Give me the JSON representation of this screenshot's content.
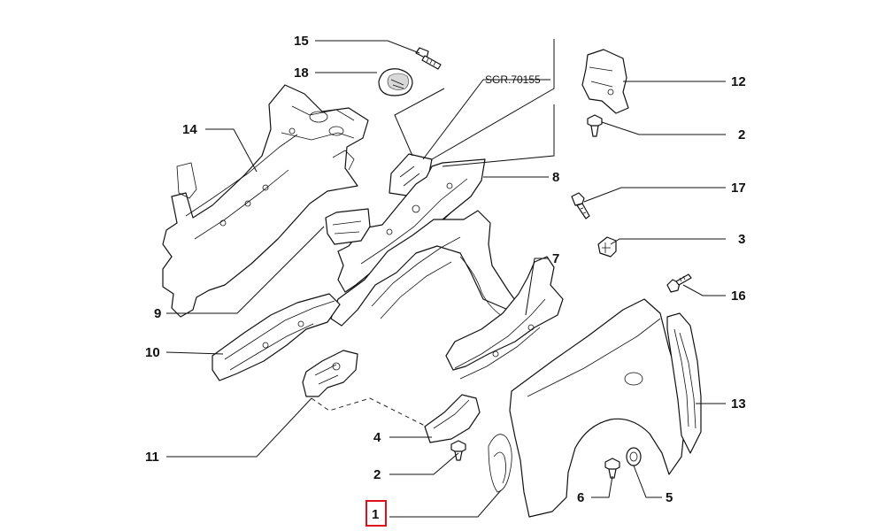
{
  "reference_code": "SGR.70155",
  "highlight_color": "#e0101a",
  "callouts": [
    {
      "id": "c15",
      "label": "15"
    },
    {
      "id": "c18",
      "label": "18"
    },
    {
      "id": "c14",
      "label": "14"
    },
    {
      "id": "c12",
      "label": "12"
    },
    {
      "id": "c2a",
      "label": "2"
    },
    {
      "id": "c8",
      "label": "8"
    },
    {
      "id": "c17",
      "label": "17"
    },
    {
      "id": "c3",
      "label": "3"
    },
    {
      "id": "c7",
      "label": "7"
    },
    {
      "id": "c16",
      "label": "16"
    },
    {
      "id": "c9",
      "label": "9"
    },
    {
      "id": "c10",
      "label": "10"
    },
    {
      "id": "c13",
      "label": "13"
    },
    {
      "id": "c4",
      "label": "4"
    },
    {
      "id": "c11",
      "label": "11"
    },
    {
      "id": "c2b",
      "label": "2"
    },
    {
      "id": "c6",
      "label": "6"
    },
    {
      "id": "c5",
      "label": "5"
    },
    {
      "id": "c1",
      "label": "1"
    }
  ]
}
